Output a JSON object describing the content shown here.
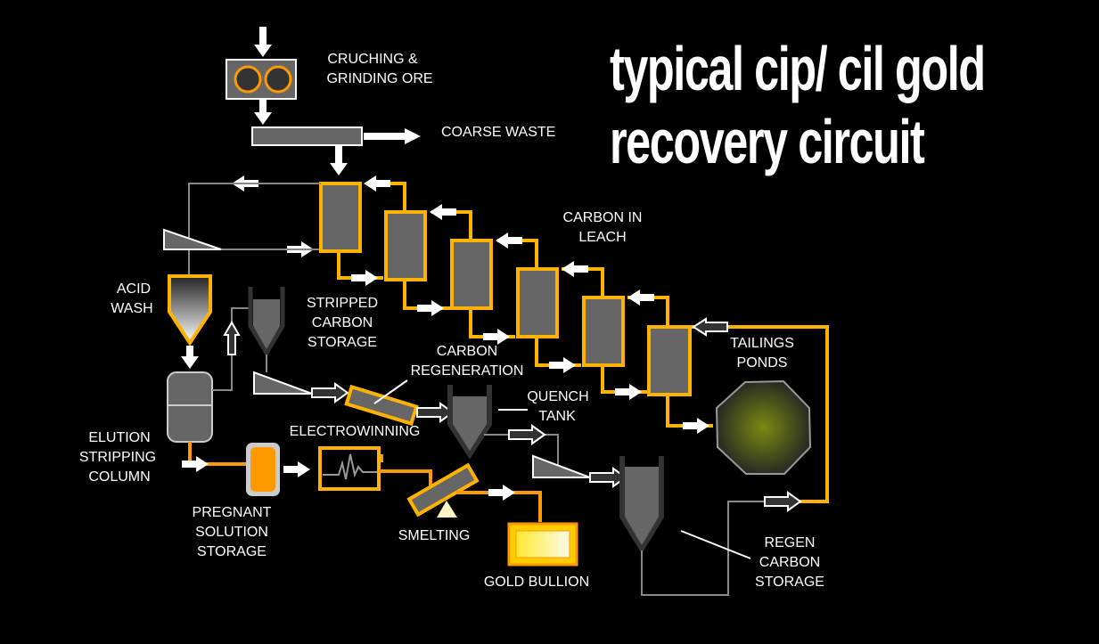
{
  "title": {
    "line1": "typical cip/ cil gold",
    "line2": "recovery circuit"
  },
  "labels": {
    "crushing": [
      "CRUCHING &",
      "GRINDING ORE"
    ],
    "coarse_waste": [
      "COARSE WASTE"
    ],
    "carbon_in_leach": [
      "CARBON IN",
      "LEACH"
    ],
    "acid_wash": [
      "ACID",
      "WASH"
    ],
    "stripped_carbon_storage": [
      "STRIPPED",
      "CARBON",
      "STORAGE"
    ],
    "carbon_regeneration": [
      "CARBON",
      "REGENERATION"
    ],
    "quench_tank": [
      "QUENCH",
      "TANK"
    ],
    "tailings_ponds": [
      "TAILINGS",
      "PONDS"
    ],
    "electrowinning": [
      "ELECTROWINNING"
    ],
    "elution_column": [
      "ELUTION",
      "STRIPPING",
      "COLUMN"
    ],
    "pregnant_solution_storage": [
      "PREGNANT",
      "SOLUTION",
      "STORAGE"
    ],
    "smelting": [
      "SMELTING"
    ],
    "gold_bullion": [
      "GOLD BULLION"
    ],
    "regen_carbon_storage": [
      "REGEN",
      "CARBON",
      "STORAGE"
    ]
  },
  "leach_tank_count": 6,
  "colors": {
    "background": "#000000",
    "tank_fill": "#666666",
    "pipe_orange": "#ffb300",
    "pipe_dark_orange": "#ff9900",
    "carbon_line_gray": "#888888",
    "arrow_white": "#ffffff",
    "bullion_yellow": "#ffee44",
    "pond_green": "#7a8a10"
  }
}
